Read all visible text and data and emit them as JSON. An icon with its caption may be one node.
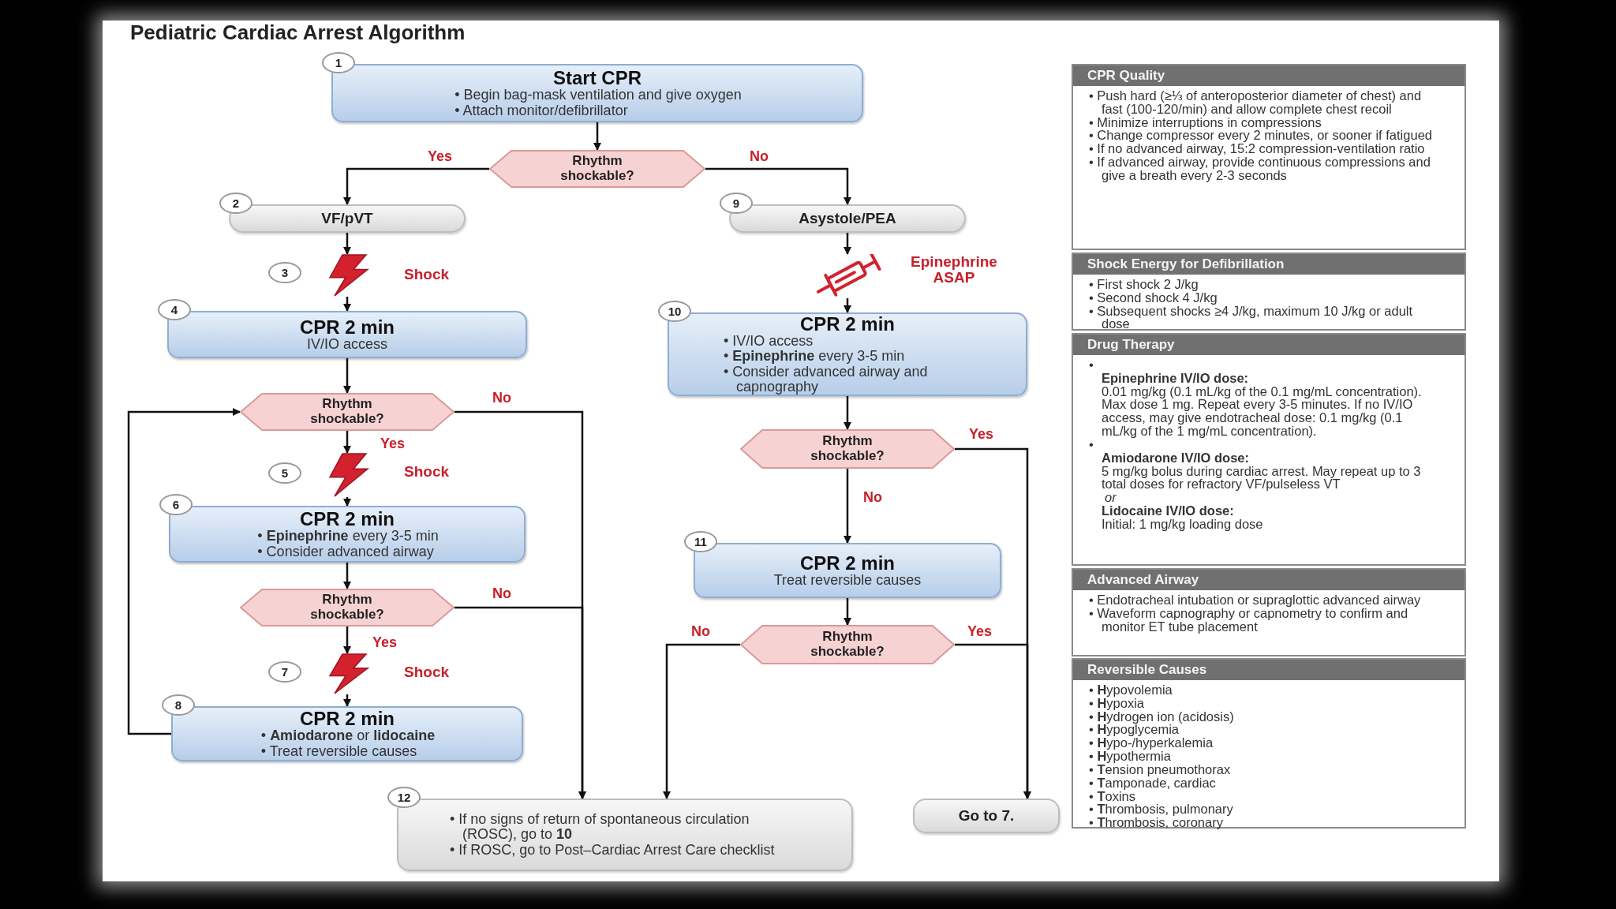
{
  "diagram": {
    "title": "Pediatric Cardiac Arrest Algorithm",
    "nodes": [
      {
        "text": [
          "1",
          "Start CPR",
          "• Begin bag-mask ventilation and give oxygen",
          "• Attach monitor/defibrillator"
        ]
      },
      {
        "text": [
          "Rhythm shockable?"
        ]
      },
      {
        "text": [
          "2",
          "VF/pVT"
        ]
      },
      {
        "text": [],
        "shape": "picture",
        "beside": [
          "3",
          "Shock"
        ]
      },
      {
        "text": [
          "4",
          "CPR 2 min",
          "IV/IO access"
        ]
      },
      {
        "text": [
          "Rhythm shockable?"
        ]
      },
      {
        "text": [],
        "shape": "picture",
        "beside": [
          "5",
          "Shock"
        ]
      },
      {
        "text": [
          "6",
          "CPR 2 min",
          "• **Epinephrine** every 3-5 min",
          "• Consider advanced airway"
        ]
      },
      {
        "text": [
          "Rhythm shockable?"
        ]
      },
      {
        "text": [],
        "shape": "picture",
        "beside": [
          "7",
          "Shock"
        ]
      },
      {
        "text": [
          "8",
          "CPR 2 min",
          "• **Amiodarone** or **lidocaine**",
          "• Treat reversible causes"
        ]
      },
      {
        "text": [
          "9",
          "Asystole/PEA"
        ]
      },
      {
        "text": [],
        "shape": "picture",
        "beside": [
          "Epinephrine ASAP"
        ]
      },
      {
        "text": [
          "10",
          "CPR 2 min",
          "• IV/IO access",
          "• **Epinephrine** every 3-5 min",
          "• Consider advanced airway and capnography"
        ]
      },
      {
        "text": [
          "Rhythm shockable?"
        ]
      },
      {
        "text": [
          "11",
          "CPR 2 min",
          "Treat reversible causes"
        ]
      },
      {
        "text": [
          "Rhythm shockable?"
        ]
      },
      {
        "text": [
          "12",
          "• If no signs of return of spontaneous circulation (ROSC), go to **10**",
          "• If ROSC, go to Post–Cardiac Arrest Care checklist"
        ]
      },
      {
        "text": [
          "Go to **7.**"
        ]
      },
      {
        "text": [
          "CPR Quality",
          "• Push hard (≥⅓ of anteroposterior diameter of chest) and fast (100-120/min) and allow complete chest recoil",
          "• Minimize interruptions in compressions",
          "• Change compressor every 2 minutes, or sooner if fatigued",
          "• If no advanced airway, 15:2 compression-ventilation ratio",
          "• If advanced airway, provide continuous compressions and give a breath every 2-3 seconds"
        ]
      },
      {
        "text": [
          "Shock Energy for Defibrillation",
          "• First shock 2 J/kg",
          "• Second shock 4 J/kg",
          "• Subsequent shocks ≥4 J/kg, maximum 10 J/kg or adult dose"
        ]
      },
      {
        "text": [
          "Drug Therapy",
          "• **Epinephrine IV/IO dose:** 0.01 mg/kg (0.1 mL/kg of the 0.1 mg/mL concentration). Max dose 1 mg. Repeat every 3-5 minutes. If no IV/IO access, may give endotracheal dose: 0.1 mg/kg (0.1 mL/kg of the 1 mg/mL concentration).",
          "• **Amiodarone IV/IO dose:** 5 mg/kg bolus during cardiac arrest. May repeat up to 3 total doses for refractory VF/pulseless VT",
          "or",
          "**Lidocaine IV/IO dose:** Initial: 1 mg/kg loading dose"
        ]
      },
      {
        "text": [
          "Advanced Airway",
          "• Endotracheal intubation or supraglottic advanced airway",
          "• Waveform capnography or capnometry to confirm and monitor ET tube placement"
        ]
      },
      {
        "text": [
          "Reversible Causes",
          "• **H**ypovolemia",
          "• **H**ypoxia",
          "• **H**ydrogen ion (acidosis)",
          "• **H**ypoglycemia",
          "• **H**ypo-/hyperkalemia",
          "• **H**ypothermia",
          "• **T**ension pneumothorax",
          "• **T**amponade, cardiac",
          "• **T**oxins",
          "• **T**hrombosis, pulmonary",
          "• **T**hrombosis, coronary"
        ]
      }
    ],
    "edges": [
      {
        "from": 0,
        "to": 1,
        "arrow": "to"
      },
      {
        "from": 1,
        "to": 2,
        "arrow": "to",
        "label": "Yes"
      },
      {
        "from": 1,
        "to": 11,
        "arrow": "to",
        "label": "No"
      },
      {
        "from": 2,
        "to": 3,
        "arrow": "to"
      },
      {
        "from": 3,
        "to": 4,
        "arrow": "to"
      },
      {
        "from": 4,
        "to": 5,
        "arrow": "to"
      },
      {
        "from": 5,
        "to": 6,
        "arrow": "to",
        "label": "Yes"
      },
      {
        "from": 5,
        "to": 17,
        "arrow": "to",
        "label": "No"
      },
      {
        "from": 6,
        "to": 7,
        "arrow": "to"
      },
      {
        "from": 7,
        "to": 8,
        "arrow": "to"
      },
      {
        "from": 8,
        "to": 17,
        "arrow": "to",
        "label": "No"
      },
      {
        "from": 8,
        "to": 9,
        "arrow": "to",
        "label": "Yes"
      },
      {
        "from": 9,
        "to": 10,
        "arrow": "to"
      },
      {
        "from": 10,
        "to": 5,
        "arrow": "to"
      },
      {
        "from": 11,
        "to": 12,
        "arrow": "to"
      },
      {
        "from": 12,
        "to": 13,
        "arrow": "to"
      },
      {
        "from": 13,
        "to": 14,
        "arrow": "to"
      },
      {
        "from": 14,
        "to": 15,
        "arrow": "to",
        "label": "No"
      },
      {
        "from": 14,
        "to": 18,
        "arrow": "to",
        "label": "Yes"
      },
      {
        "from": 15,
        "to": 16,
        "arrow": "to"
      },
      {
        "from": 16,
        "to": 17,
        "arrow": "to",
        "label": "No"
      },
      {
        "from": 16,
        "to": 18,
        "arrow": "to",
        "label": "Yes"
      }
    ]
  }
}
